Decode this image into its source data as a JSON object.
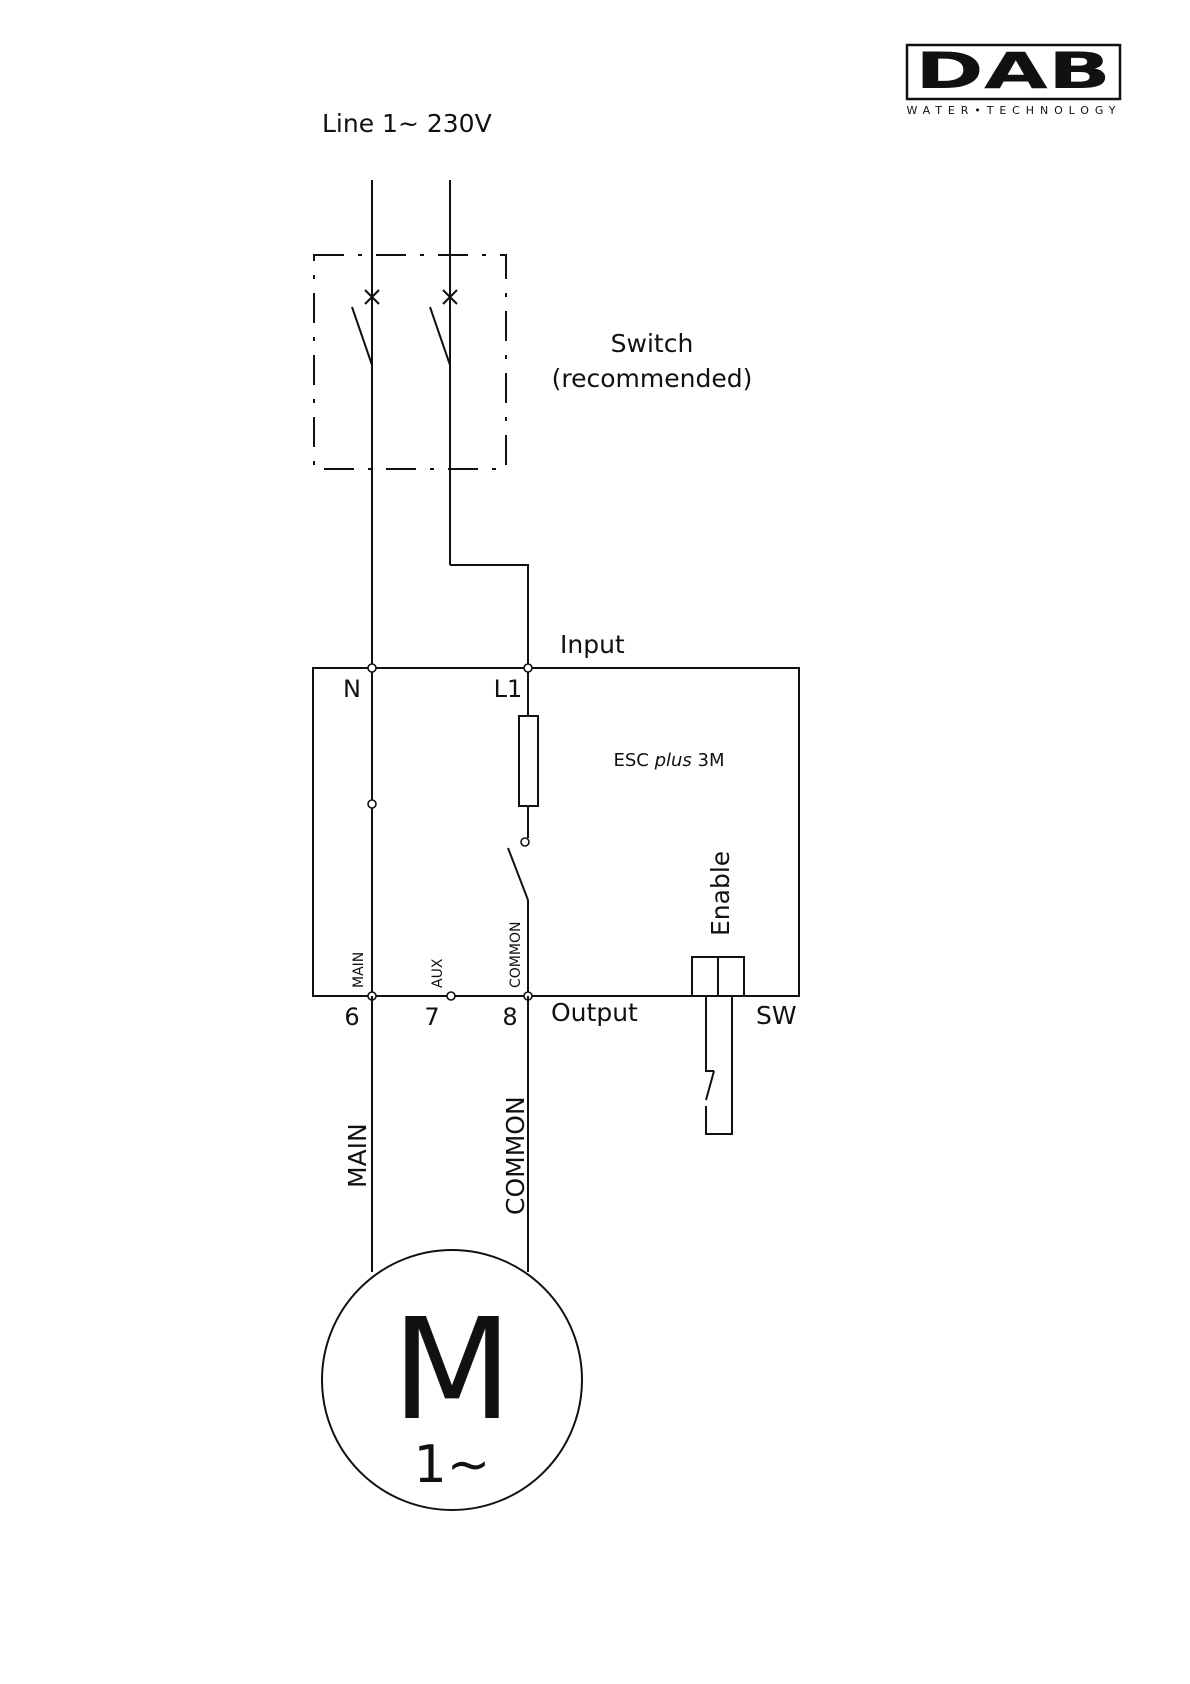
{
  "logo": {
    "brand": "DAB",
    "tagline": "WATER•TECHNOLOGY"
  },
  "diagram": {
    "line_label": "Line  1~  230V",
    "switch_label_1": "Switch",
    "switch_label_2": "(recommended)",
    "input_label": "Input",
    "output_label": "Output",
    "sw_label": "SW",
    "device_prefix": "ESC ",
    "device_italic": "plus",
    "device_suffix": " 3M",
    "enable_label": "Enable",
    "terminal_n": "N",
    "terminal_l1": "L1",
    "inner_main": "MAIN",
    "inner_aux": "AUX",
    "inner_common": "COMMON",
    "terminal_6": "6",
    "terminal_7": "7",
    "terminal_8": "8",
    "wire_main": "MAIN",
    "wire_common": "COMMON",
    "motor_letter": "M",
    "motor_phase": "1~"
  }
}
